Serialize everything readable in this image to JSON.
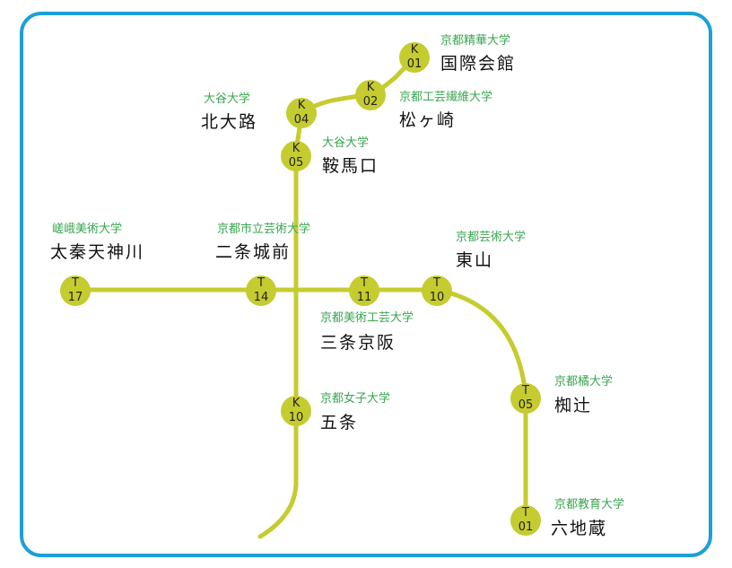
{
  "colors": {
    "frame": "#1d9fd8",
    "line": "#c5cc2f",
    "university_text": "#3aa650",
    "station_text": "#111111"
  },
  "stations": [
    {
      "id": "K01",
      "code_top": "K",
      "code_bottom": "01",
      "name": "国際会館",
      "university": "京都精華大学"
    },
    {
      "id": "K02",
      "code_top": "K",
      "code_bottom": "02",
      "name": "松ヶ崎",
      "university": "京都工芸繊維大学"
    },
    {
      "id": "K04",
      "code_top": "K",
      "code_bottom": "04",
      "name": "北大路",
      "university": "大谷大学"
    },
    {
      "id": "K05",
      "code_top": "K",
      "code_bottom": "05",
      "name": "鞍馬口",
      "university": "大谷大学"
    },
    {
      "id": "T17",
      "code_top": "T",
      "code_bottom": "17",
      "name": "太秦天神川",
      "university": "嵯峨美術大学"
    },
    {
      "id": "T14",
      "code_top": "T",
      "code_bottom": "14",
      "name": "二条城前",
      "university": "京都市立芸術大学"
    },
    {
      "id": "T11",
      "code_top": "T",
      "code_bottom": "11",
      "name": "三条京阪",
      "university": "京都美術工芸大学"
    },
    {
      "id": "T10",
      "code_top": "T",
      "code_bottom": "10",
      "name": "東山",
      "university": "京都芸術大学"
    },
    {
      "id": "T05",
      "code_top": "T",
      "code_bottom": "05",
      "name": "椥辻",
      "university": "京都橘大学"
    },
    {
      "id": "T01",
      "code_top": "T",
      "code_bottom": "01",
      "name": "六地蔵",
      "university": "京都教育大学"
    },
    {
      "id": "K10",
      "code_top": "K",
      "code_bottom": "10",
      "name": "五条",
      "university": "京都女子大学"
    }
  ]
}
